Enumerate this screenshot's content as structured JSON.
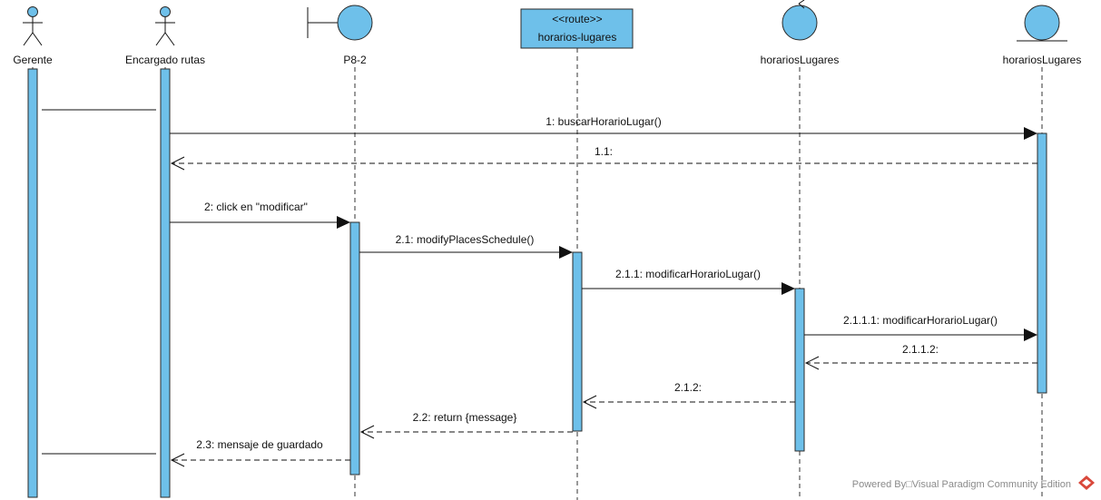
{
  "participants": {
    "gerente": "Gerente",
    "encargado": "Encargado rutas",
    "p82": "P8-2",
    "route_stereotype": "<<route>>",
    "route_name": "horarios-lugares",
    "control": "horariosLugares",
    "entity": "horariosLugares"
  },
  "messages": {
    "m1": "1: buscarHorarioLugar()",
    "m1_1": "1.1:",
    "m2": "2: click en \"modificar\"",
    "m2_1": "2.1: modifyPlacesSchedule()",
    "m2_1_1": "2.1.1: modificarHorarioLugar()",
    "m2_1_1_1": "2.1.1.1: modificarHorarioLugar()",
    "m2_1_1_2": "2.1.1.2:",
    "m2_1_2": "2.1.2:",
    "m2_2": "2.2: return {message}",
    "m2_3": "2.3: mensaje de guardado"
  },
  "watermark": {
    "text": "Powered By□Visual Paradigm Community Edition"
  },
  "colors": {
    "fill": "#6ec0ea",
    "outline": "#2a2a2a",
    "logo": "#d9483b"
  }
}
